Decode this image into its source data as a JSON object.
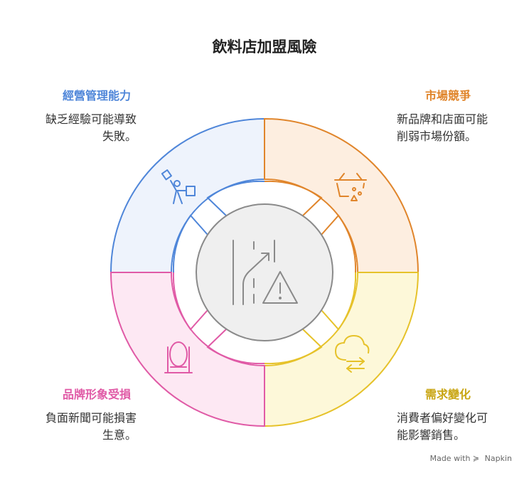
{
  "title": "飲料店加盟風險",
  "quadrants": [
    {
      "heading": "經營管理能力",
      "description_lines": [
        "缺乏經驗可能導致",
        "失敗。"
      ],
      "color": "#4f86d9",
      "fill": "#eef3fc",
      "icon": "worker-icon"
    },
    {
      "heading": "市場競爭",
      "description_lines": [
        "新品牌和店面可能",
        "削弱市場份額。"
      ],
      "color": "#e0852b",
      "fill": "#fdeee0",
      "icon": "basket-icon"
    },
    {
      "heading": "需求變化",
      "description_lines": [
        "消費者偏好變化可",
        "能影響銷售。"
      ],
      "color": "#e6c22a",
      "fill": "#fdf8d9",
      "icon": "cloud-exchange-icon"
    },
    {
      "heading": "品牌形象受損",
      "description_lines": [
        "負面新聞可能損害",
        "生意。"
      ],
      "color": "#e05aa6",
      "fill": "#fde8f3",
      "icon": "mirror-icon"
    }
  ],
  "center_icon": "road-warning-icon",
  "footer": {
    "made_with": "Made with",
    "brand": "Napkin"
  }
}
